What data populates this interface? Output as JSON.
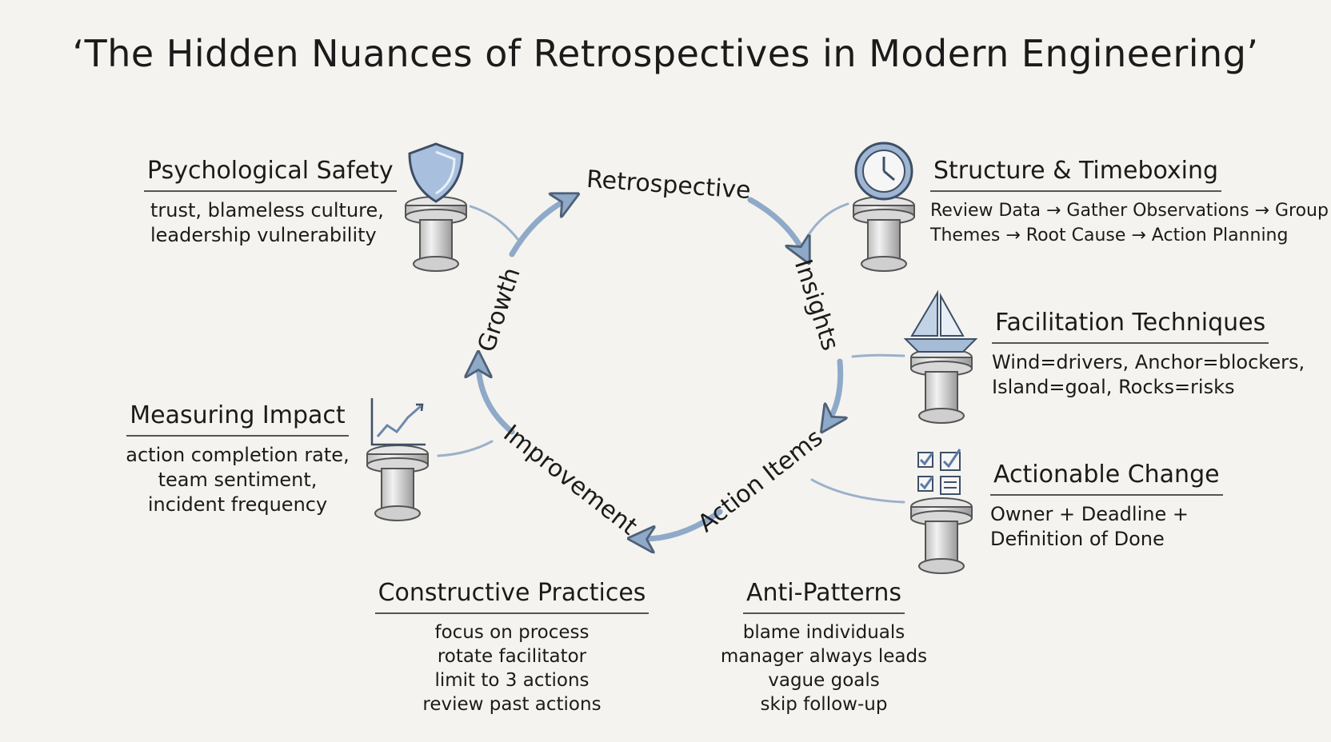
{
  "title": "‘The Hidden Nuances of Retrospectives in Modern Engineering’",
  "cycle": {
    "retrospective": "Retrospective",
    "insights": "Insights",
    "action_items": "Action Items",
    "improvement": "Improvement",
    "growth": "Growth"
  },
  "topics": {
    "psychological_safety": {
      "heading": "Psychological Safety",
      "lines": [
        "trust, blameless culture,",
        "leadership vulnerability"
      ]
    },
    "structure_timeboxing": {
      "heading": "Structure & Timeboxing",
      "lines": [
        "Review Data → Gather Observations → Group",
        "Themes → Root Cause → Action Planning"
      ]
    },
    "facilitation_techniques": {
      "heading": "Facilitation Techniques",
      "lines": [
        "Wind=drivers, Anchor=blockers,",
        "Island=goal, Rocks=risks"
      ]
    },
    "measuring_impact": {
      "heading": "Measuring Impact",
      "lines": [
        "action completion rate,",
        "team sentiment,",
        "incident frequency"
      ]
    },
    "actionable_change": {
      "heading": "Actionable Change",
      "lines": [
        "Owner + Deadline +",
        "Definition of Done"
      ]
    },
    "constructive_practices": {
      "heading": "Constructive Practices",
      "lines": [
        "focus on process",
        "rotate facilitator",
        "limit to 3 actions",
        "review past actions"
      ]
    },
    "anti_patterns": {
      "heading": "Anti-Patterns",
      "lines": [
        "blame individuals",
        "manager always leads",
        "vague goals",
        "skip follow-up"
      ]
    }
  },
  "icons": {
    "psychological_safety": "shield-icon",
    "structure_timeboxing": "clock-icon",
    "facilitation_techniques": "sailboat-icon",
    "measuring_impact": "line-chart-icon",
    "actionable_change": "checklist-icon"
  },
  "colors": {
    "background": "#f4f3ef",
    "ink": "#1b1b1b",
    "arrow_blue": "#8fa9c9",
    "arrow_stroke": "#4f6178"
  }
}
